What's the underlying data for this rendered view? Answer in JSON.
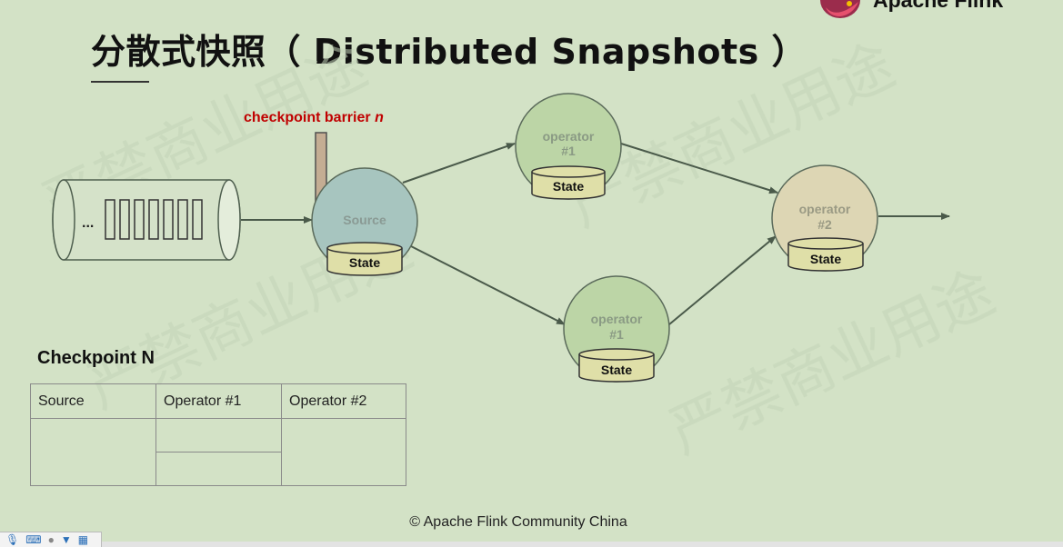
{
  "slide": {
    "title": "分散式快照（ Distributed Snapshots ）",
    "brand": "Apache Flink",
    "footer": "© Apache Flink Community China"
  },
  "diagram": {
    "barrier_label": "checkpoint barrier",
    "barrier_index": "n",
    "stream_ellipsis": "...",
    "source_label": "Source",
    "state_label": "State",
    "operator_label": "operator",
    "op1_index": "#1",
    "op2_index": "#2"
  },
  "checkpoint": {
    "title": "Checkpoint N",
    "headers": [
      "Source",
      "Operator #1",
      "Operator #2"
    ]
  },
  "watermark": "严禁商业用途",
  "taskbar_icons": [
    "microphone-icon",
    "keyboard-icon",
    "user-icon",
    "shirt-icon",
    "grid-icon"
  ],
  "colors": {
    "background": "#d3e2c6",
    "barrier_label": "#c00000",
    "source_node": "#a7c5bf",
    "operator1_node": "#bcd5a6",
    "operator2_node": "#ddd6b4",
    "state_fill": "#dfdfa8"
  }
}
